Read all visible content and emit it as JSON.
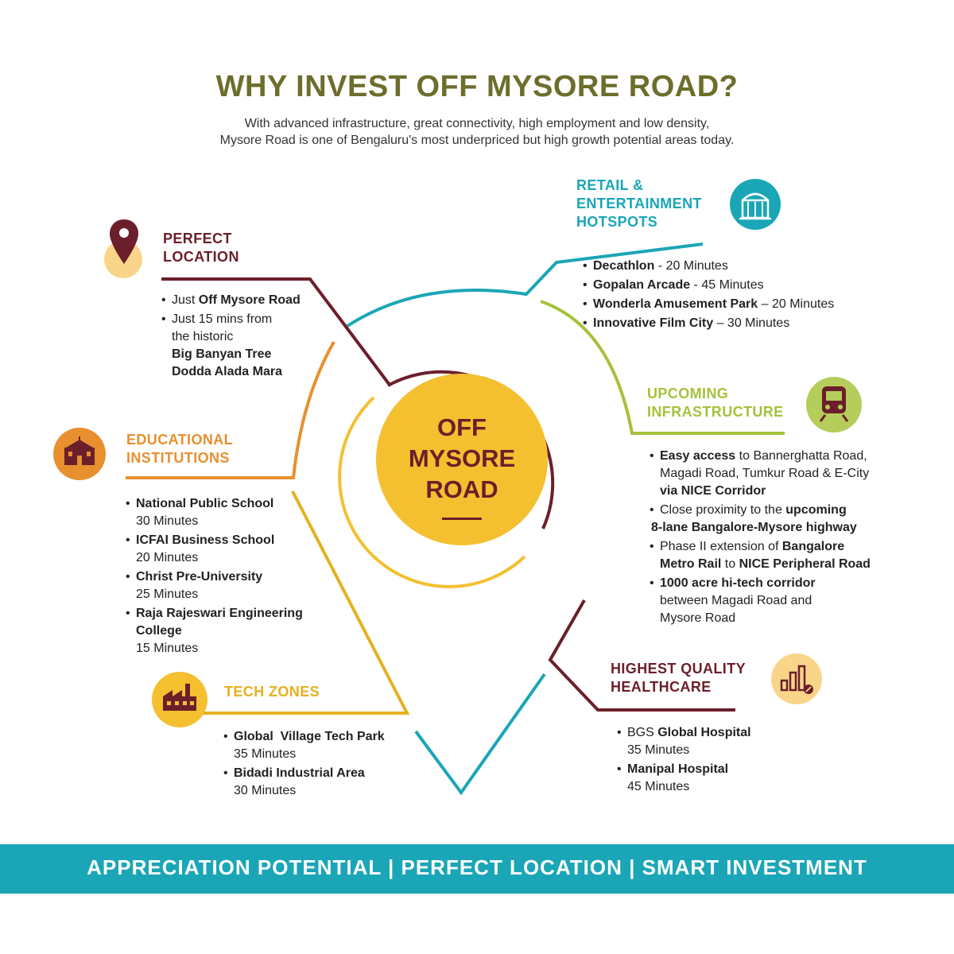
{
  "header": {
    "title": "WHY INVEST OFF MYSORE ROAD?",
    "subtitle_line1": "With advanced infrastructure, great connectivity, high employment and low density,",
    "subtitle_line2": "Mysore Road is one of Bengaluru's most underpriced but high growth potential areas today."
  },
  "center": {
    "line1": "OFF",
    "line2": "MYSORE",
    "line3": "ROAD"
  },
  "perfect_location": {
    "heading_line1": "PERFECT",
    "heading_line2": "LOCATION",
    "icon": "map-pin-icon",
    "item1_prefix": "Just ",
    "item1_bold": "Off Mysore Road",
    "item2_line1": "Just 15 mins from",
    "item2_line2": "the historic",
    "item2_bold1": "Big Banyan Tree",
    "item2_bold2": "Dodda Alada Mara"
  },
  "retail": {
    "heading_line1": "RETAIL &",
    "heading_line2": "ENTERTAINMENT",
    "heading_line3": "HOTSPOTS",
    "icon": "mall-building-icon",
    "items": [
      {
        "name": "Decathlon",
        "time": " - 20 Minutes"
      },
      {
        "name": "Gopalan Arcade",
        "time": " - 45 Minutes"
      },
      {
        "name": "Wonderla Amusement Park",
        "time": " – 20 Minutes"
      },
      {
        "name": "Innovative Film City",
        "time": " – 30 Minutes"
      }
    ]
  },
  "education": {
    "heading_line1": "EDUCATIONAL",
    "heading_line2": "INSTITUTIONS",
    "icon": "school-building-icon",
    "items": [
      {
        "name": "National Public School",
        "time": "30 Minutes"
      },
      {
        "name": "ICFAI Business School",
        "time": "20 Minutes"
      },
      {
        "name": "Christ Pre-University",
        "time": "25 Minutes"
      },
      {
        "name_line1": "Raja Rajeswari Engineering",
        "name_line2": "College",
        "time": "15 Minutes"
      }
    ]
  },
  "infrastructure": {
    "heading_line1": "UPCOMING",
    "heading_line2": "INFRASTRUCTURE",
    "icon": "metro-train-icon",
    "item1_bold": "Easy access",
    "item1_text": " to Bannerghatta Road,",
    "item1_line2": "Magadi Road, Tumkur Road & E-City",
    "item1_line3_bold": "via NICE Corridor",
    "item2_text": "Close proximity to the ",
    "item2_bold": "upcoming",
    "item2_line2_bold": "8-lane Bangalore-Mysore highway",
    "item3_text": "Phase II extension of ",
    "item3_bold": "Bangalore",
    "item3_line2_bold1": "Metro Rail",
    "item3_line2_text": " to ",
    "item3_line2_bold2": "NICE Peripheral Road",
    "item4_bold": "1000 acre hi-tech corridor",
    "item4_line2": "between Magadi Road and",
    "item4_line3": "Mysore Road"
  },
  "tech": {
    "heading": "TECH ZONES",
    "icon": "factory-icon",
    "items": [
      {
        "name": "Global  Village Tech Park",
        "time": "35 Minutes"
      },
      {
        "name": "Bidadi Industrial Area",
        "time": "30 Minutes"
      }
    ]
  },
  "healthcare": {
    "heading_line1": "HIGHEST QUALITY",
    "heading_line2": "HEALTHCARE",
    "icon": "growth-chart-icon",
    "item1_text": "BGS ",
    "item1_bold": "Global Hospital",
    "item1_time": "35 Minutes",
    "item2_bold": "Manipal Hospital",
    "item2_time": "45 Minutes"
  },
  "banner": {
    "text": "APPRECIATION POTENTIAL | PERFECT LOCATION | SMART INVESTMENT"
  },
  "colors": {
    "maroon": "#6b1f2a",
    "teal": "#1aa6b7",
    "lime": "#a5c23b",
    "orange": "#e8902f",
    "yellow": "#f4c030",
    "olive": "#6d6e2c"
  }
}
